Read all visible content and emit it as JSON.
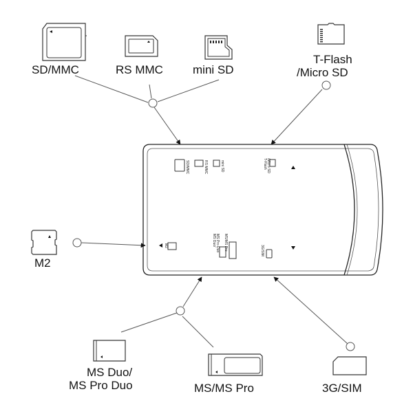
{
  "diagram": {
    "title": "Multi card reader supported slots",
    "callouts": [
      {
        "id": "sd-mmc",
        "label": "SD/MMC"
      },
      {
        "id": "rs-mmc",
        "label": "RS MMC"
      },
      {
        "id": "mini-sd",
        "label": "mini SD"
      },
      {
        "id": "tflash",
        "label_line1": "T-Flash",
        "label_line2": "/Micro SD"
      },
      {
        "id": "m2",
        "label": "M2"
      },
      {
        "id": "ms-duo",
        "label_line1": "MS Duo/",
        "label_line2": "MS Pro Duo"
      },
      {
        "id": "ms-pro",
        "label": "MS/MS Pro"
      },
      {
        "id": "sim",
        "label": "3G/SIM"
      }
    ],
    "device_labels": {
      "sd_mmc": "SD/MMC",
      "rs_mmc": "RS MMC",
      "mini_sd": "mini SD",
      "tflash_1": "T-Flash",
      "tflash_2": "/Micro SD",
      "m2": "M2",
      "ms_duo_1": "MS Duo/",
      "ms_duo_2": "MS Pro Duo",
      "ms_pro": "MS/MS Pro",
      "sim": "3G/SIM"
    },
    "colors": {
      "line": "#555555",
      "outline": "#222222",
      "text": "#111111",
      "background": "#ffffff"
    }
  }
}
